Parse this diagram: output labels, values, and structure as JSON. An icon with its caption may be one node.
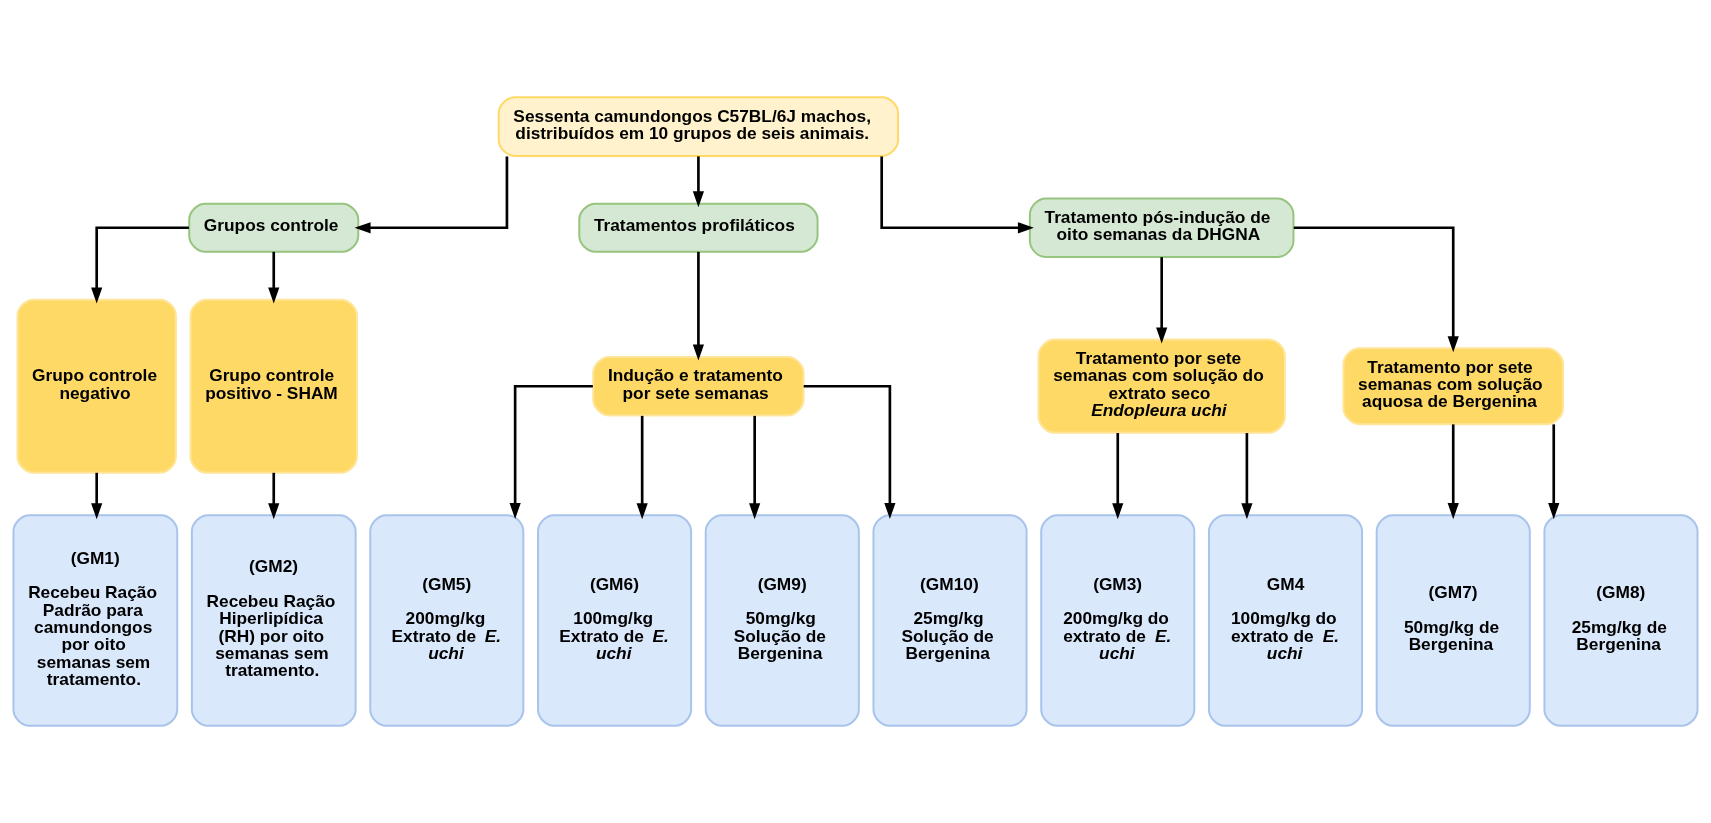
{
  "diagram": {
    "nodes": [
      {
        "text": [
          "Sessenta camundongos C57BL/6J machos, distribuídos em 10 grupos de seis animais."
        ]
      },
      {
        "text": [
          "Grupos controle"
        ]
      },
      {
        "text": [
          "Tratamentos profiláticos"
        ]
      },
      {
        "text": [
          "Tratamento pós-indução de oito semanas da DHGNA"
        ]
      },
      {
        "text": [
          "Grupo controle negativo"
        ]
      },
      {
        "text": [
          "Grupo controle positivo - SHAM"
        ]
      },
      {
        "text": [
          "Indução e tratamento por sete semanas"
        ]
      },
      {
        "text": [
          "Tratamento por sete semanas com solução do extrato seco *Endopleura uchi*"
        ]
      },
      {
        "text": [
          "Tratamento por sete semanas com solução aquosa de Bergenina"
        ]
      },
      {
        "text": [
          "(GM1)",
          "Recebeu Ração Padrão para camundongos por oito semanas sem tratamento."
        ]
      },
      {
        "text": [
          "(GM2)",
          "Recebeu Ração Hiperlipídica (RH) por oito semanas sem tratamento."
        ]
      },
      {
        "text": [
          "(GM5)",
          "200mg/kg Extrato de *E. uchi*"
        ]
      },
      {
        "text": [
          "(GM6)",
          "100mg/kg Extrato de *E. uchi*"
        ]
      },
      {
        "text": [
          "(GM9)",
          "50mg/kg Solução de Bergenina"
        ]
      },
      {
        "text": [
          "(GM10)",
          "25mg/kg Solução de Bergenina"
        ]
      },
      {
        "text": [
          "(GM3)",
          "200mg/kg do extrato de *E. uchi*"
        ]
      },
      {
        "text": [
          "GM4",
          "100mg/kg do extrato de *E. uchi*"
        ]
      },
      {
        "text": [
          "(GM7)",
          "50mg/kg de Bergenina"
        ]
      },
      {
        "text": [
          "(GM8)",
          "25mg/kg de Bergenina"
        ]
      }
    ],
    "edges": [
      {
        "from": 0,
        "to": 1,
        "arrow": "to"
      },
      {
        "from": 0,
        "to": 2,
        "arrow": "to"
      },
      {
        "from": 0,
        "to": 3,
        "arrow": "to"
      },
      {
        "from": 1,
        "to": 4,
        "arrow": "to"
      },
      {
        "from": 1,
        "to": 5,
        "arrow": "to"
      },
      {
        "from": 2,
        "to": 6,
        "arrow": "to"
      },
      {
        "from": 3,
        "to": 7,
        "arrow": "to"
      },
      {
        "from": 3,
        "to": 8,
        "arrow": "to"
      },
      {
        "from": 4,
        "to": 9,
        "arrow": "to"
      },
      {
        "from": 5,
        "to": 10,
        "arrow": "to"
      },
      {
        "from": 6,
        "to": 11,
        "arrow": "to"
      },
      {
        "from": 6,
        "to": 12,
        "arrow": "to"
      },
      {
        "from": 6,
        "to": 13,
        "arrow": "to"
      },
      {
        "from": 6,
        "to": 14,
        "arrow": "to"
      },
      {
        "from": 7,
        "to": 15,
        "arrow": "to"
      },
      {
        "from": 7,
        "to": 16,
        "arrow": "to"
      },
      {
        "from": 8,
        "to": 17,
        "arrow": "to"
      },
      {
        "from": 8,
        "to": 18,
        "arrow": "to"
      }
    ]
  }
}
